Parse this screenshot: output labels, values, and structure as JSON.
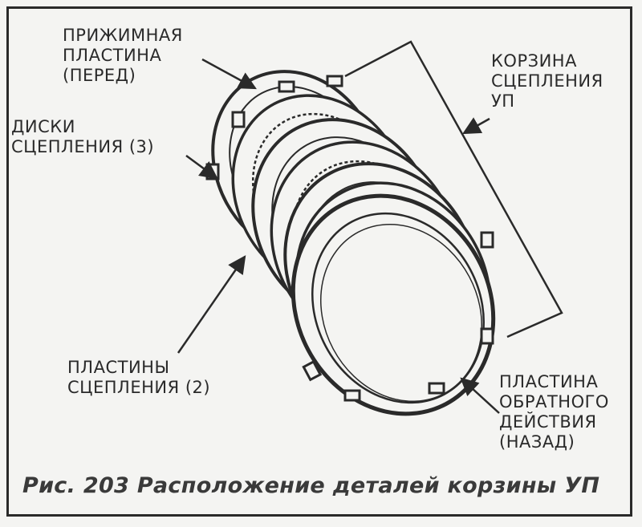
{
  "labels": {
    "pressure_plate": [
      "ПРИЖИМНАЯ",
      "ПЛАСТИНА",
      "(ПЕРЕД)"
    ],
    "clutch_discs": [
      "ДИСКИ",
      "СЦЕПЛЕНИЯ (3)"
    ],
    "clutch_basket": [
      "КОРЗИНА",
      "СЦЕПЛЕНИЯ",
      "УП"
    ],
    "clutch_plates": [
      "ПЛАСТИНЫ",
      "СЦЕПЛЕНИЯ (2)"
    ],
    "reaction_plate": [
      "ПЛАСТИНА",
      "ОБРАТНОГО",
      "ДЕЙСТВИЯ",
      "(НАЗАД)"
    ]
  },
  "caption": "Рис. 203 Расположение деталей корзины УП",
  "colors": {
    "ink": "#2a2a2a",
    "paper": "#f4f4f2"
  }
}
